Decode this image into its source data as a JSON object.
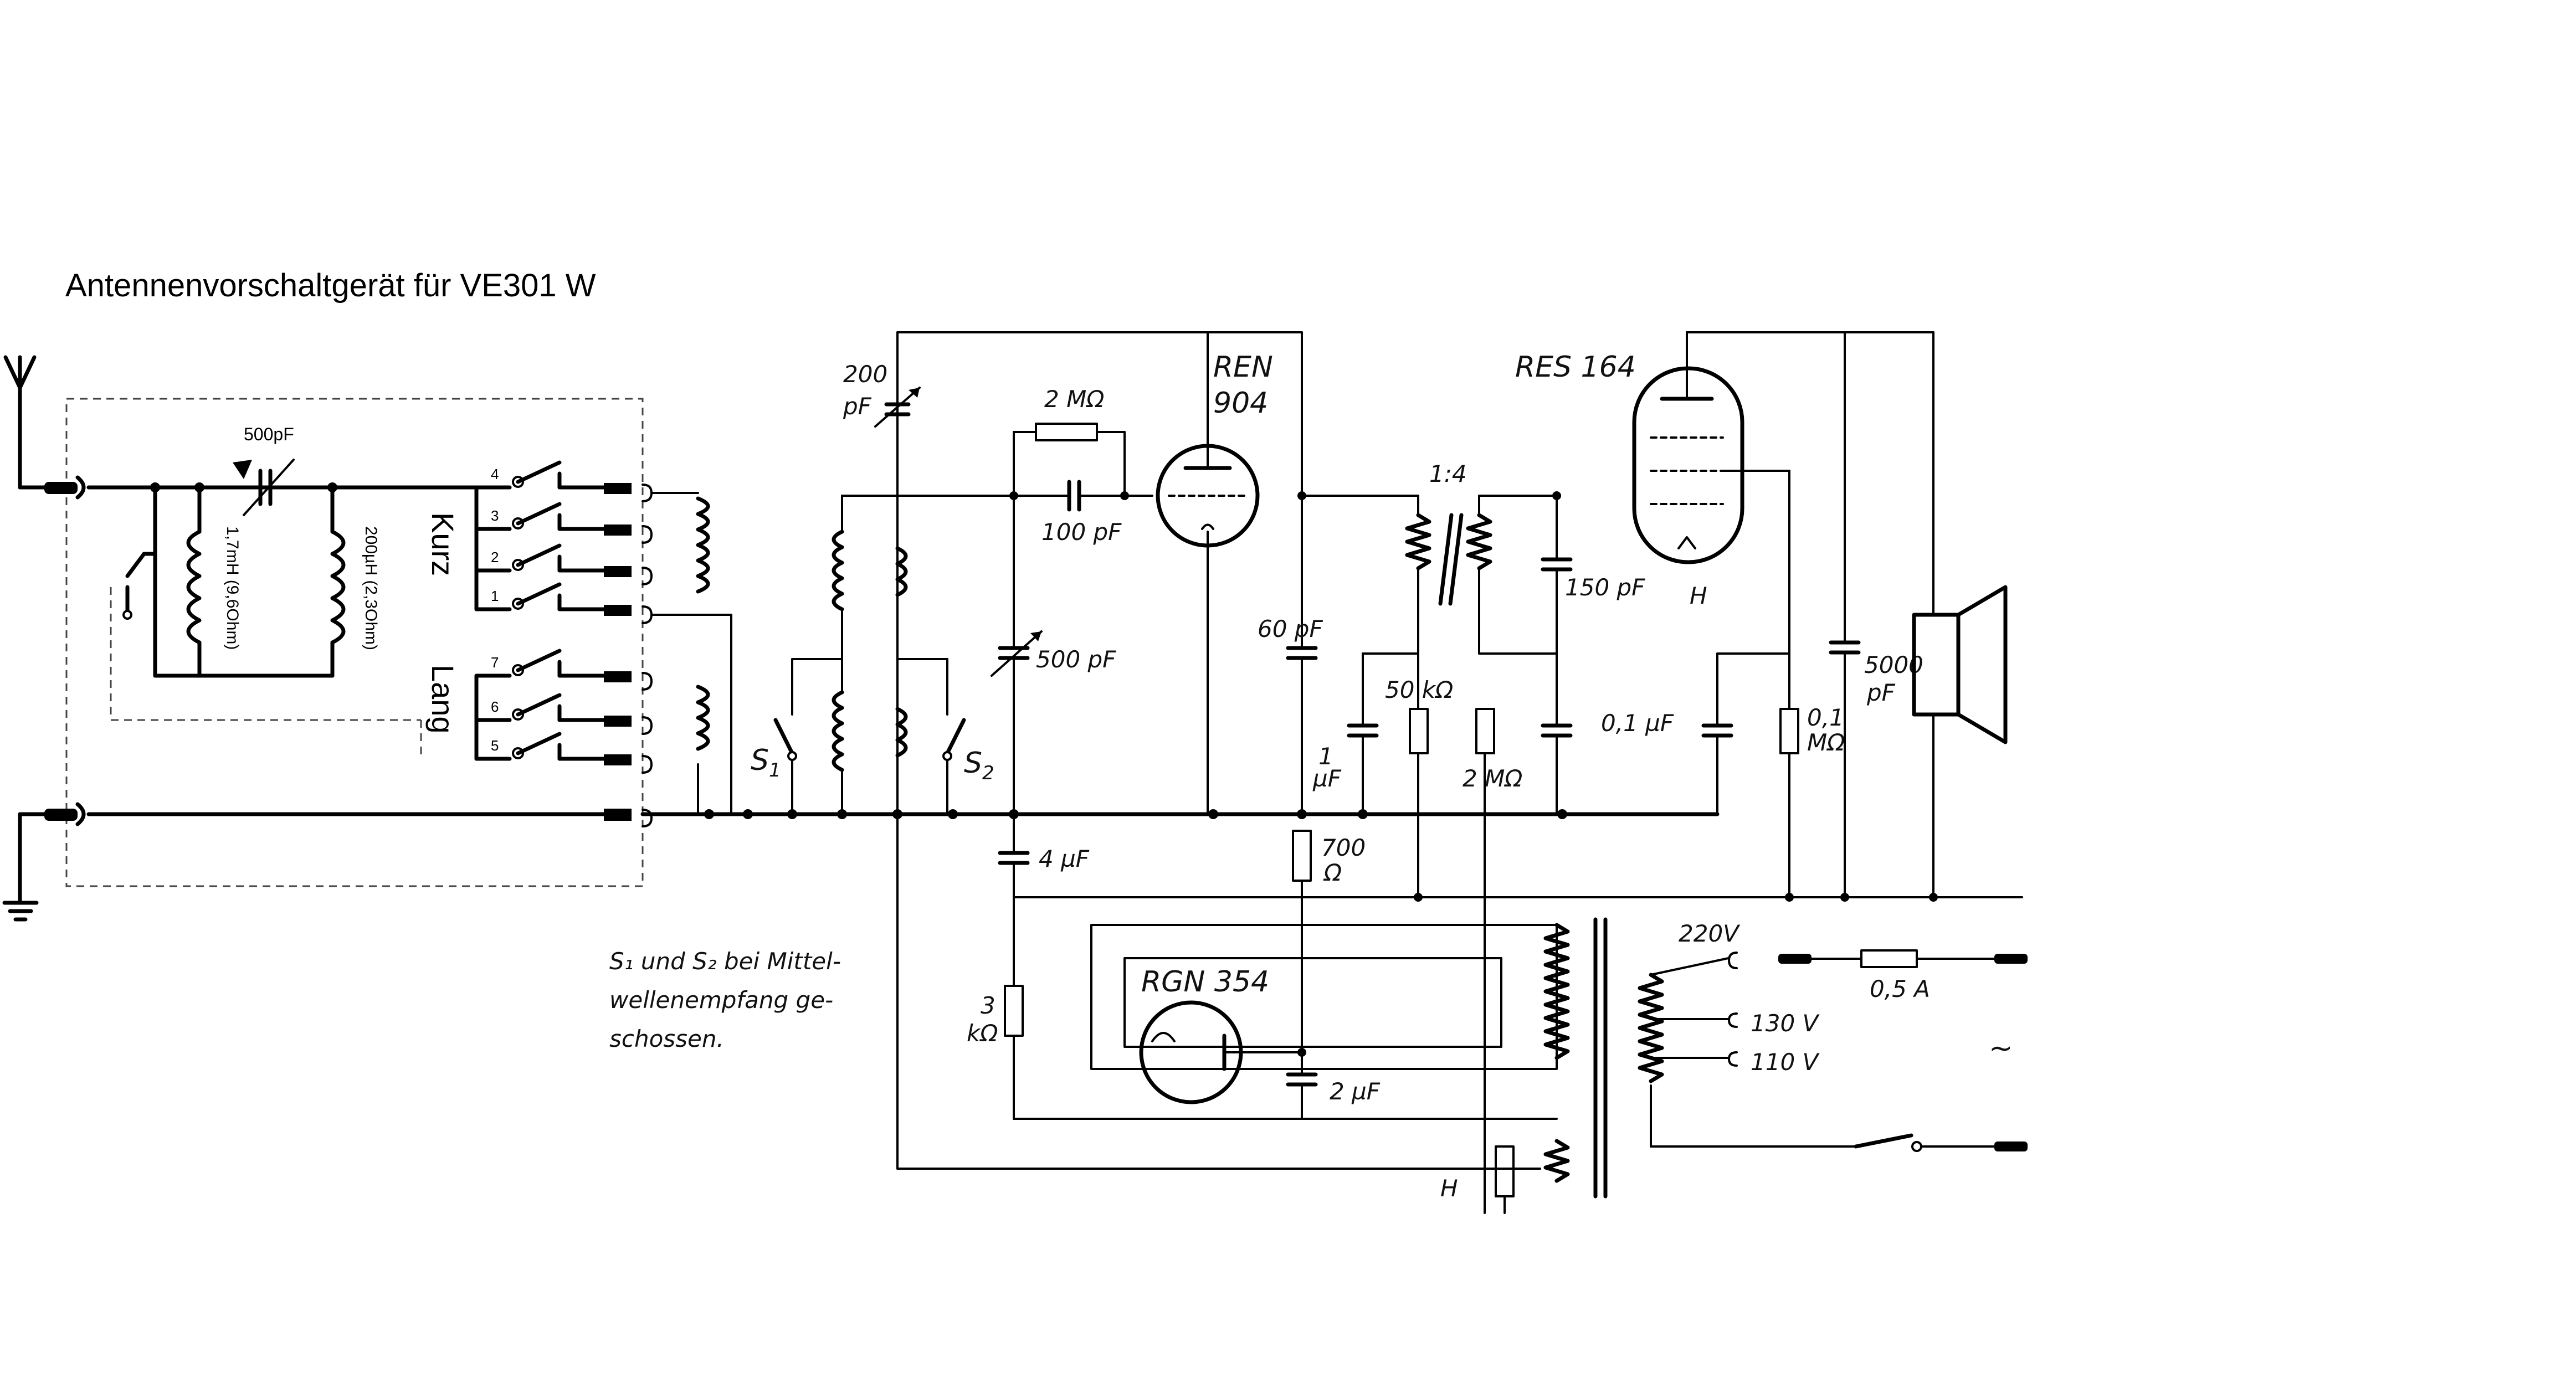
{
  "title": "Antennenvorschaltgerät für VE301 W",
  "adapter": {
    "capacitor": "500pF",
    "coil_1": "1,7mH (9,6Ohm)",
    "coil_2": "200µH (2,3Ohm)",
    "band_kurz": "Kurz",
    "band_lang": "Lang",
    "switch_kurz_numbers": [
      "4",
      "3",
      "2",
      "1"
    ],
    "switch_lang_numbers": [
      "7",
      "6",
      "5"
    ]
  },
  "receiver": {
    "c_200pf_a": "200",
    "c_200pf_b": "pF",
    "r_2mohm": "2 MΩ",
    "c_100pf": "100 pF",
    "c_500pf": "500 pF",
    "tube_1_a": "REN",
    "tube_1_b": "904",
    "c_60pf": "60  pF",
    "r_50k": "50 kΩ",
    "c_1uf_a": "1",
    "c_1uf_b": "µF",
    "r_2mohm_b": "2 MΩ",
    "transformer_ratio": "1:4",
    "c_150pf": "150 pF",
    "tube_2": "RES 164",
    "heater_label": "H",
    "c_01uf": "0,1 µF",
    "r_01mohm_a": "0,1",
    "r_01mohm_b": "MΩ",
    "c_5000pf_a": "5000",
    "c_5000pf_b": "pF",
    "s1": "S",
    "s1_sub": "1",
    "s2": "S",
    "s2_sub": "2",
    "c_4uf": "4 µF",
    "r_700_a": "700",
    "r_700_b": "Ω",
    "rectifier": "RGN 354",
    "r_3k_a": "3",
    "r_3k_b": "kΩ",
    "c_2uf": "2 µF",
    "heater_label_2": "H",
    "v_220": "220V",
    "v_130": "130 V",
    "v_110": "110 V",
    "fuse": "0,5 A",
    "ac_symbol": "~"
  },
  "note": {
    "line1": "S₁ und S₂ bei Mittel-",
    "line2": "wellenempfang ge-",
    "line3": "schossen."
  }
}
